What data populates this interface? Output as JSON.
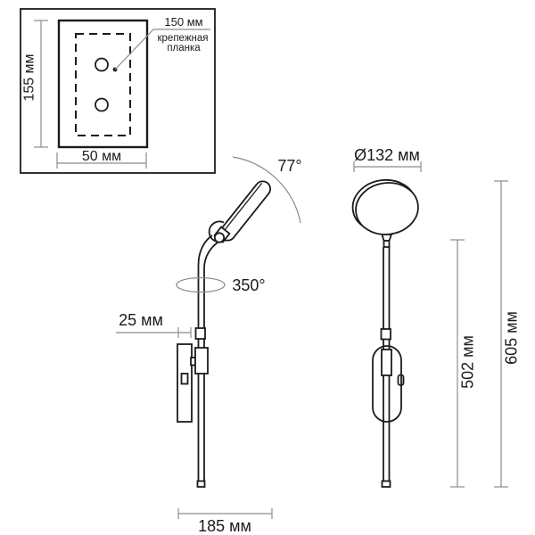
{
  "inset": {
    "height": "155 мм",
    "width": "50 мм",
    "bracket_length": "150 мм",
    "bracket_name_1": "крепежная",
    "bracket_name_2": "планка"
  },
  "side_view": {
    "tilt_angle": "77°",
    "rotation_angle": "350°",
    "wall_offset": "25 мм",
    "base_reach": "185 мм"
  },
  "front_view": {
    "head_diameter": "Ø132 мм",
    "rod_height": "502 мм",
    "total_height": "605 мм"
  },
  "colors": {
    "line": "#1b1b1b",
    "dimension": "#8c8c8c",
    "background": "#ffffff"
  }
}
